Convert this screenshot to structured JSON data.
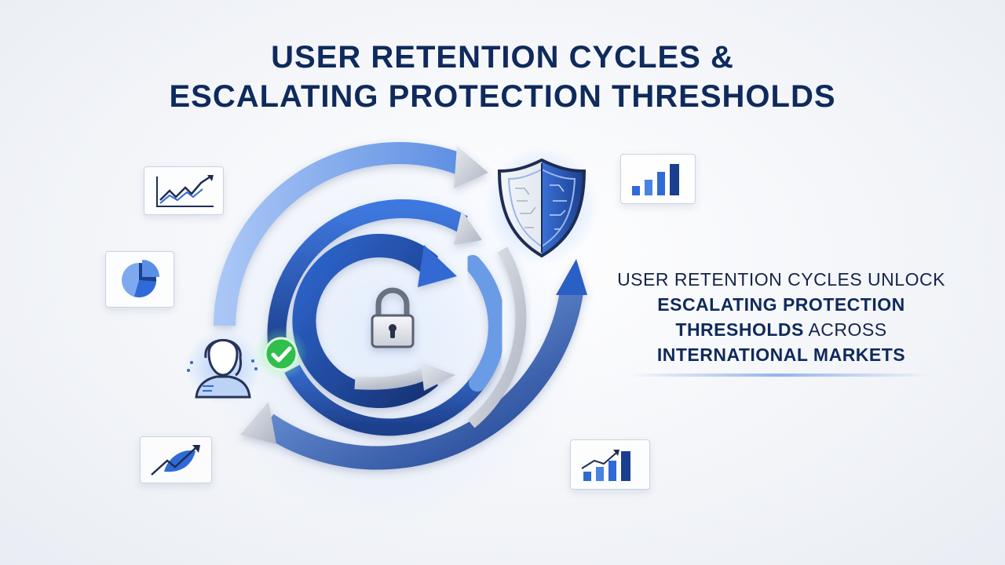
{
  "title": {
    "line1": "USER RETENTION CYCLES &",
    "line2": "ESCALATING PROTECTION THRESHOLDS"
  },
  "caption": {
    "line1": "USER RETENTION CYCLES UNLOCK",
    "line2": "ESCALATING PROTECTION",
    "line3_bold": "THRESHOLDS",
    "line3_rest": " ACROSS",
    "line4": "INTERNATIONAL MARKETS"
  },
  "icons": {
    "line_chart": "line-chart-icon",
    "pie_chart": "pie-chart-icon",
    "trend_chart": "trend-chart-icon",
    "bar_chart": "bar-chart-icon",
    "bar_trend_chart": "bar-trend-chart-icon",
    "shield": "shield-icon",
    "padlock": "padlock-icon",
    "user": "user-icon",
    "checkmark": "checkmark-icon"
  },
  "colors": {
    "title": "#0f2a5c",
    "blue_dark": "#1b3f8f",
    "blue_mid": "#2f6ad6",
    "blue_light": "#7ea9ee",
    "check_green": "#2fbf4a",
    "silver": "#c3c8d2"
  }
}
